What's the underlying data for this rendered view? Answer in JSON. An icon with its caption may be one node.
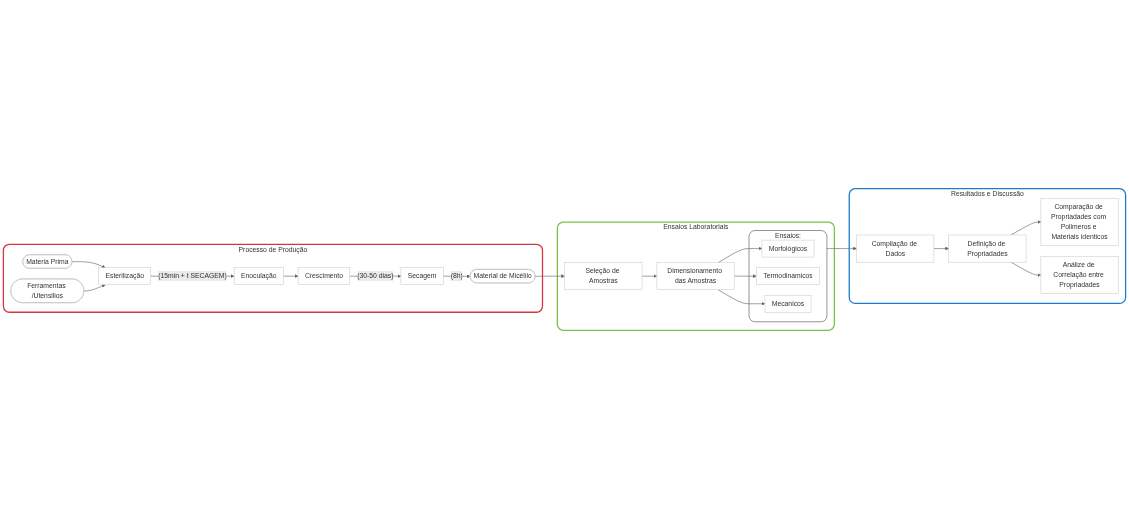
{
  "diagram": {
    "nodes": [
      {
        "text": [
          "Processo de Produção"
        ]
      },
      {
        "text": [
          "Materia Prima"
        ],
        "in": 0
      },
      {
        "text": [
          "Ferramentas /Utensilios"
        ],
        "in": 0
      },
      {
        "text": [
          "Esterilização"
        ],
        "in": 0
      },
      {
        "text": [
          "Enoculação"
        ],
        "in": 0
      },
      {
        "text": [
          "Crescimento"
        ],
        "in": 0
      },
      {
        "text": [
          "Secagem"
        ],
        "in": 0
      },
      {
        "text": [
          "Material de Micéliio"
        ],
        "in": 0
      },
      {
        "text": [
          "Ensaios Laboratoriais"
        ]
      },
      {
        "text": [
          "Seleção de Amostras"
        ],
        "in": 8
      },
      {
        "text": [
          "Dimensionamento das Amostras"
        ],
        "in": 8
      },
      {
        "text": [
          "Ensaios:"
        ],
        "in": 8
      },
      {
        "text": [
          "Morfológicos"
        ],
        "in": 11
      },
      {
        "text": [
          "Termodinamicos"
        ],
        "in": 11
      },
      {
        "text": [
          "Mecanicos"
        ],
        "in": 11
      },
      {
        "text": [
          "Resultados e Discussão"
        ]
      },
      {
        "text": [
          "Compilação de Dados"
        ],
        "in": 15
      },
      {
        "text": [
          "Definição de Propriadades"
        ],
        "in": 15
      },
      {
        "text": [
          "Comparação de Propriadades com Polimeros e Materiais identicos"
        ],
        "in": 15
      },
      {
        "text": [
          "Análize de Correlação entre Propriadades"
        ],
        "in": 15
      }
    ],
    "edges": [
      {
        "from": 1,
        "to": 3,
        "arrow": "to"
      },
      {
        "from": 2,
        "to": 3,
        "arrow": "to"
      },
      {
        "from": 3,
        "to": 4,
        "arrow": "to",
        "label": "(15min + t SECAGEM)"
      },
      {
        "from": 4,
        "to": 5,
        "arrow": "to"
      },
      {
        "from": 5,
        "to": 6,
        "arrow": "to",
        "label": "(30-50 dias)"
      },
      {
        "from": 6,
        "to": 7,
        "arrow": "to",
        "label": "(8h)"
      },
      {
        "from": 7,
        "to": 9,
        "arrow": "to"
      },
      {
        "from": 9,
        "to": 10,
        "arrow": "to"
      },
      {
        "from": 10,
        "to": 12,
        "arrow": "to"
      },
      {
        "from": 10,
        "to": 13,
        "arrow": "to"
      },
      {
        "from": 10,
        "to": 14,
        "arrow": "to"
      },
      {
        "from": 11,
        "to": 16,
        "arrow": "to"
      },
      {
        "from": 16,
        "to": 17,
        "arrow": "to"
      },
      {
        "from": 17,
        "to": 18,
        "arrow": "to"
      },
      {
        "from": 17,
        "to": 19,
        "arrow": "to"
      }
    ]
  }
}
